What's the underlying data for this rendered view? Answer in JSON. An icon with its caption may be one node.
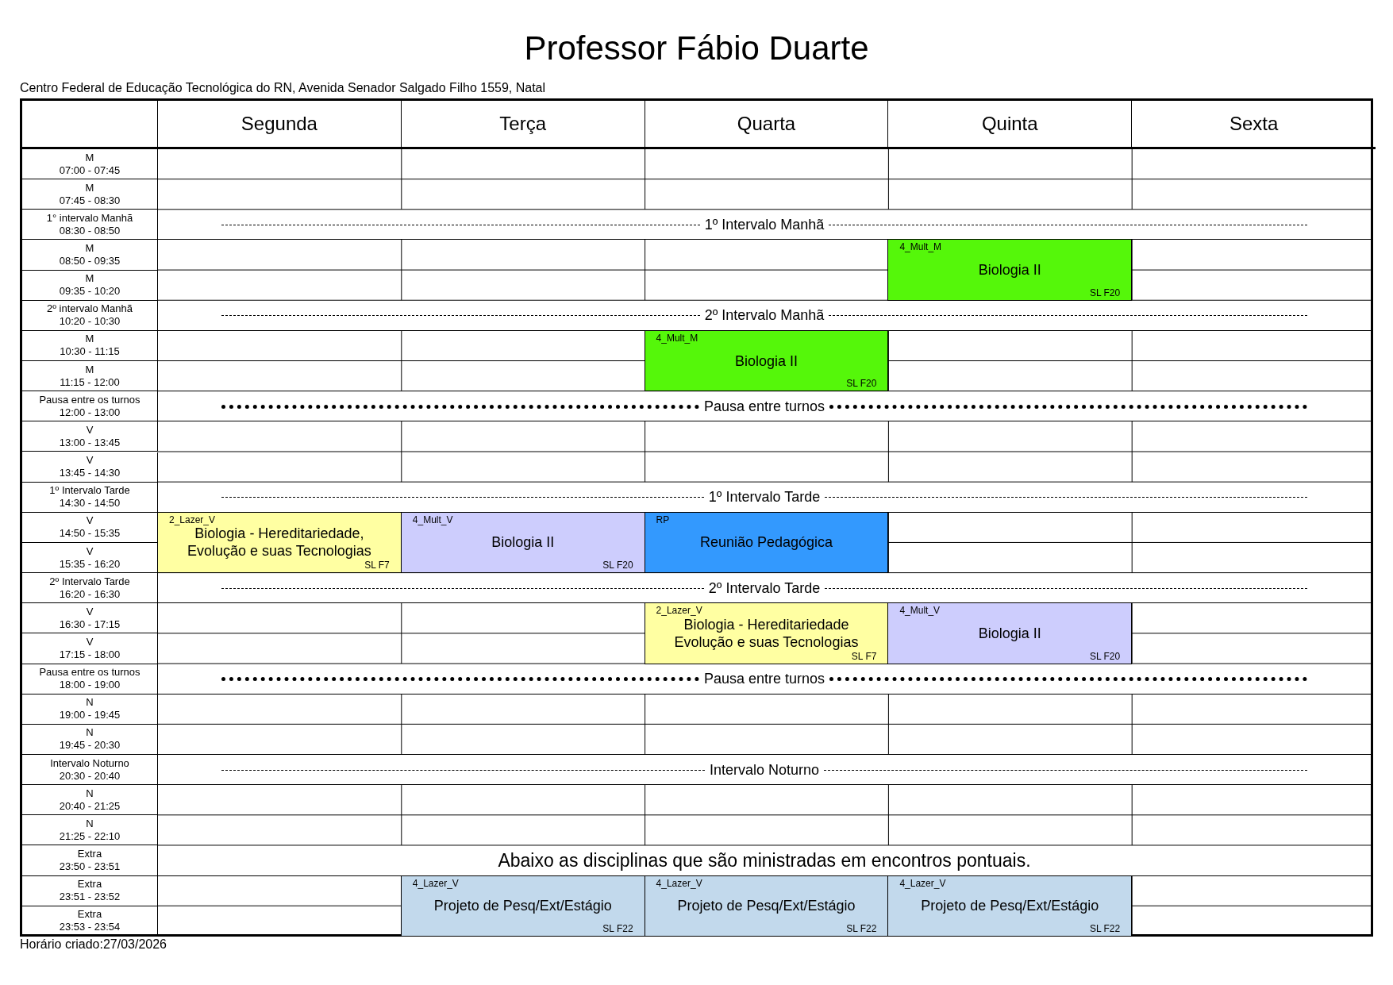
{
  "diagram": {
    "title": "Professor Fábio Duarte",
    "nodes": [
      {
        "text": [
          "4_Mult_M",
          "Biologia II",
          "SL F20"
        ]
      },
      {
        "text": [
          "4_Mult_M",
          "Biologia II",
          "SL F20"
        ]
      },
      {
        "text": [
          "2_Lazer_V",
          "Biologia - Hereditariedade, Evolução e suas Tecnologias",
          "SL F7"
        ]
      },
      {
        "text": [
          "4_Mult_V",
          "Biologia II",
          "SL F20"
        ]
      },
      {
        "text": [
          "RP",
          "Reunião Pedagógica"
        ]
      },
      {
        "text": [
          "2_Lazer_V",
          "Biologia - Hereditariedade Evolução e suas Tecnologias",
          "SL F7"
        ]
      },
      {
        "text": [
          "4_Mult_V",
          "Biologia II",
          "SL F20"
        ]
      },
      {
        "text": [
          "4_Lazer_V",
          "Projeto de Pesq/Ext/Estágio",
          "SL F22"
        ]
      },
      {
        "text": [
          "4_Lazer_V",
          "Projeto de Pesq/Ext/Estágio",
          "SL F22"
        ]
      },
      {
        "text": [
          "4_Lazer_V",
          "Projeto de Pesq/Ext/Estágio",
          "SL F22"
        ]
      }
    ],
    "labels": [
      "Centro Federal de Educação Tecnológica do RN, Avenida Senador Salgado Filho 1559, Natal",
      "Segunda",
      "Terça",
      "Quarta",
      "Quinta",
      "Sexta",
      "M",
      "07:00 - 07:45",
      "M",
      "07:45 - 08:30",
      "1° intervalo Manhã",
      "08:30 - 08:50",
      "1º Intervalo Manhã",
      "M",
      "08:50 - 09:35",
      "M",
      "09:35 - 10:20",
      "2º intervalo Manhã",
      "10:20 - 10:30",
      "2º Intervalo Manhã",
      "M",
      "10:30 - 11:15",
      "M",
      "11:15 - 12:00",
      "Pausa entre os turnos",
      "12:00 - 13:00",
      "Pausa entre turnos",
      "V",
      "13:00 - 13:45",
      "V",
      "13:45 - 14:30",
      "1º Intervalo Tarde",
      "14:30 - 14:50",
      "1º Intervalo Tarde",
      "V",
      "14:50 - 15:35",
      "V",
      "15:35 - 16:20",
      "2º Intervalo Tarde",
      "16:20 - 16:30",
      "2º Intervalo Tarde",
      "V",
      "16:30 - 17:15",
      "V",
      "17:15 - 18:00",
      "Pausa entre os turnos",
      "18:00 - 19:00",
      "Pausa entre turnos",
      "N",
      "19:00 - 19:45",
      "N",
      "19:45 - 20:30",
      "Intervalo Noturno",
      "20:30 - 20:40",
      "Intervalo Noturno",
      "N",
      "20:40 - 21:25",
      "N",
      "21:25 - 22:10",
      "Extra",
      "23:50 - 23:51",
      "Abaixo as disciplinas que são ministradas em encontros pontuais.",
      "Extra",
      "23:51 - 23:52",
      "Extra",
      "23:53 - 23:54",
      "Horário criado:27/03/2026"
    ]
  }
}
